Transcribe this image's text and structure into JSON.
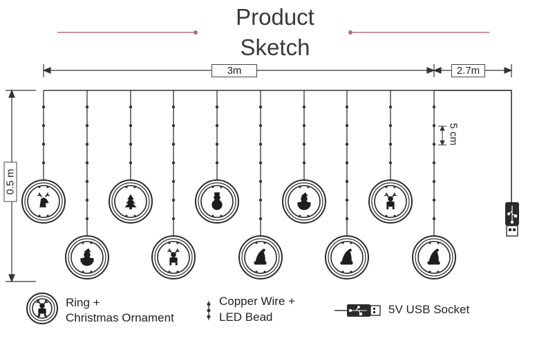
{
  "title": {
    "line1": "Product",
    "line2": "Sketch"
  },
  "dimensions": {
    "width_main": "3m",
    "width_cable": "2.7m",
    "height": "0.5 m",
    "spacing": "5 cm"
  },
  "legend": {
    "ring_line1": "Ring +",
    "ring_line2": "Christmas Ornament",
    "wire_line1": "Copper Wire +",
    "wire_line2": "LED Bead",
    "usb": "5V USB Socket"
  },
  "ornaments": {
    "top_row": [
      "reindeer-head",
      "christmas-tree",
      "snowman",
      "santa",
      "reindeer"
    ],
    "bottom_row": [
      "santa",
      "reindeer",
      "santa-hat",
      "santa-hat",
      "santa-hat"
    ]
  },
  "colors": {
    "line": "#333333",
    "accent_line": "#b56a8a"
  }
}
